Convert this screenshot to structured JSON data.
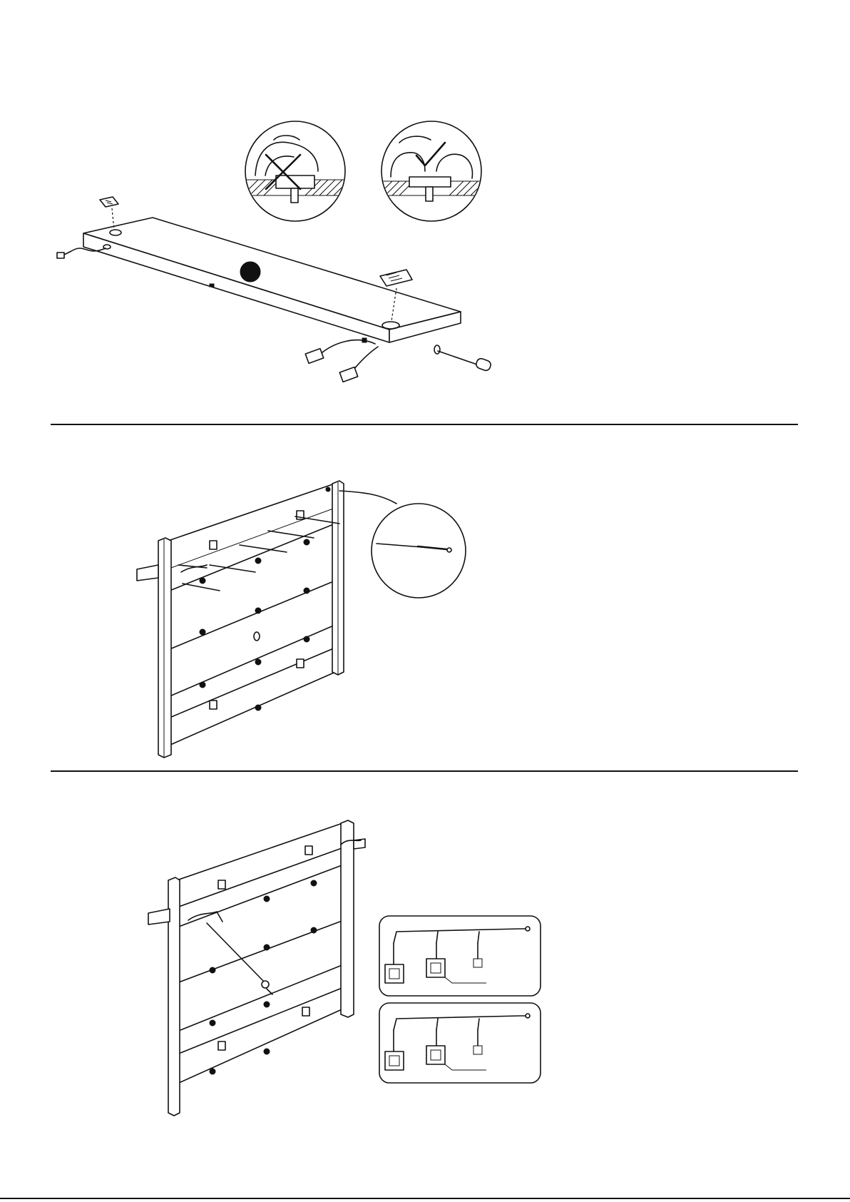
{
  "page": {
    "sections": [
      {
        "id": "step-install-fittings",
        "content": "drawing"
      },
      {
        "id": "step-insert-screws",
        "content": "drawing"
      },
      {
        "id": "step-connect-wiring",
        "content": "drawing"
      }
    ]
  },
  "icons": {
    "wrong_method": "cross-icon",
    "correct_method": "check-icon"
  },
  "colors": {
    "line": "#111111",
    "background": "#ffffff"
  }
}
